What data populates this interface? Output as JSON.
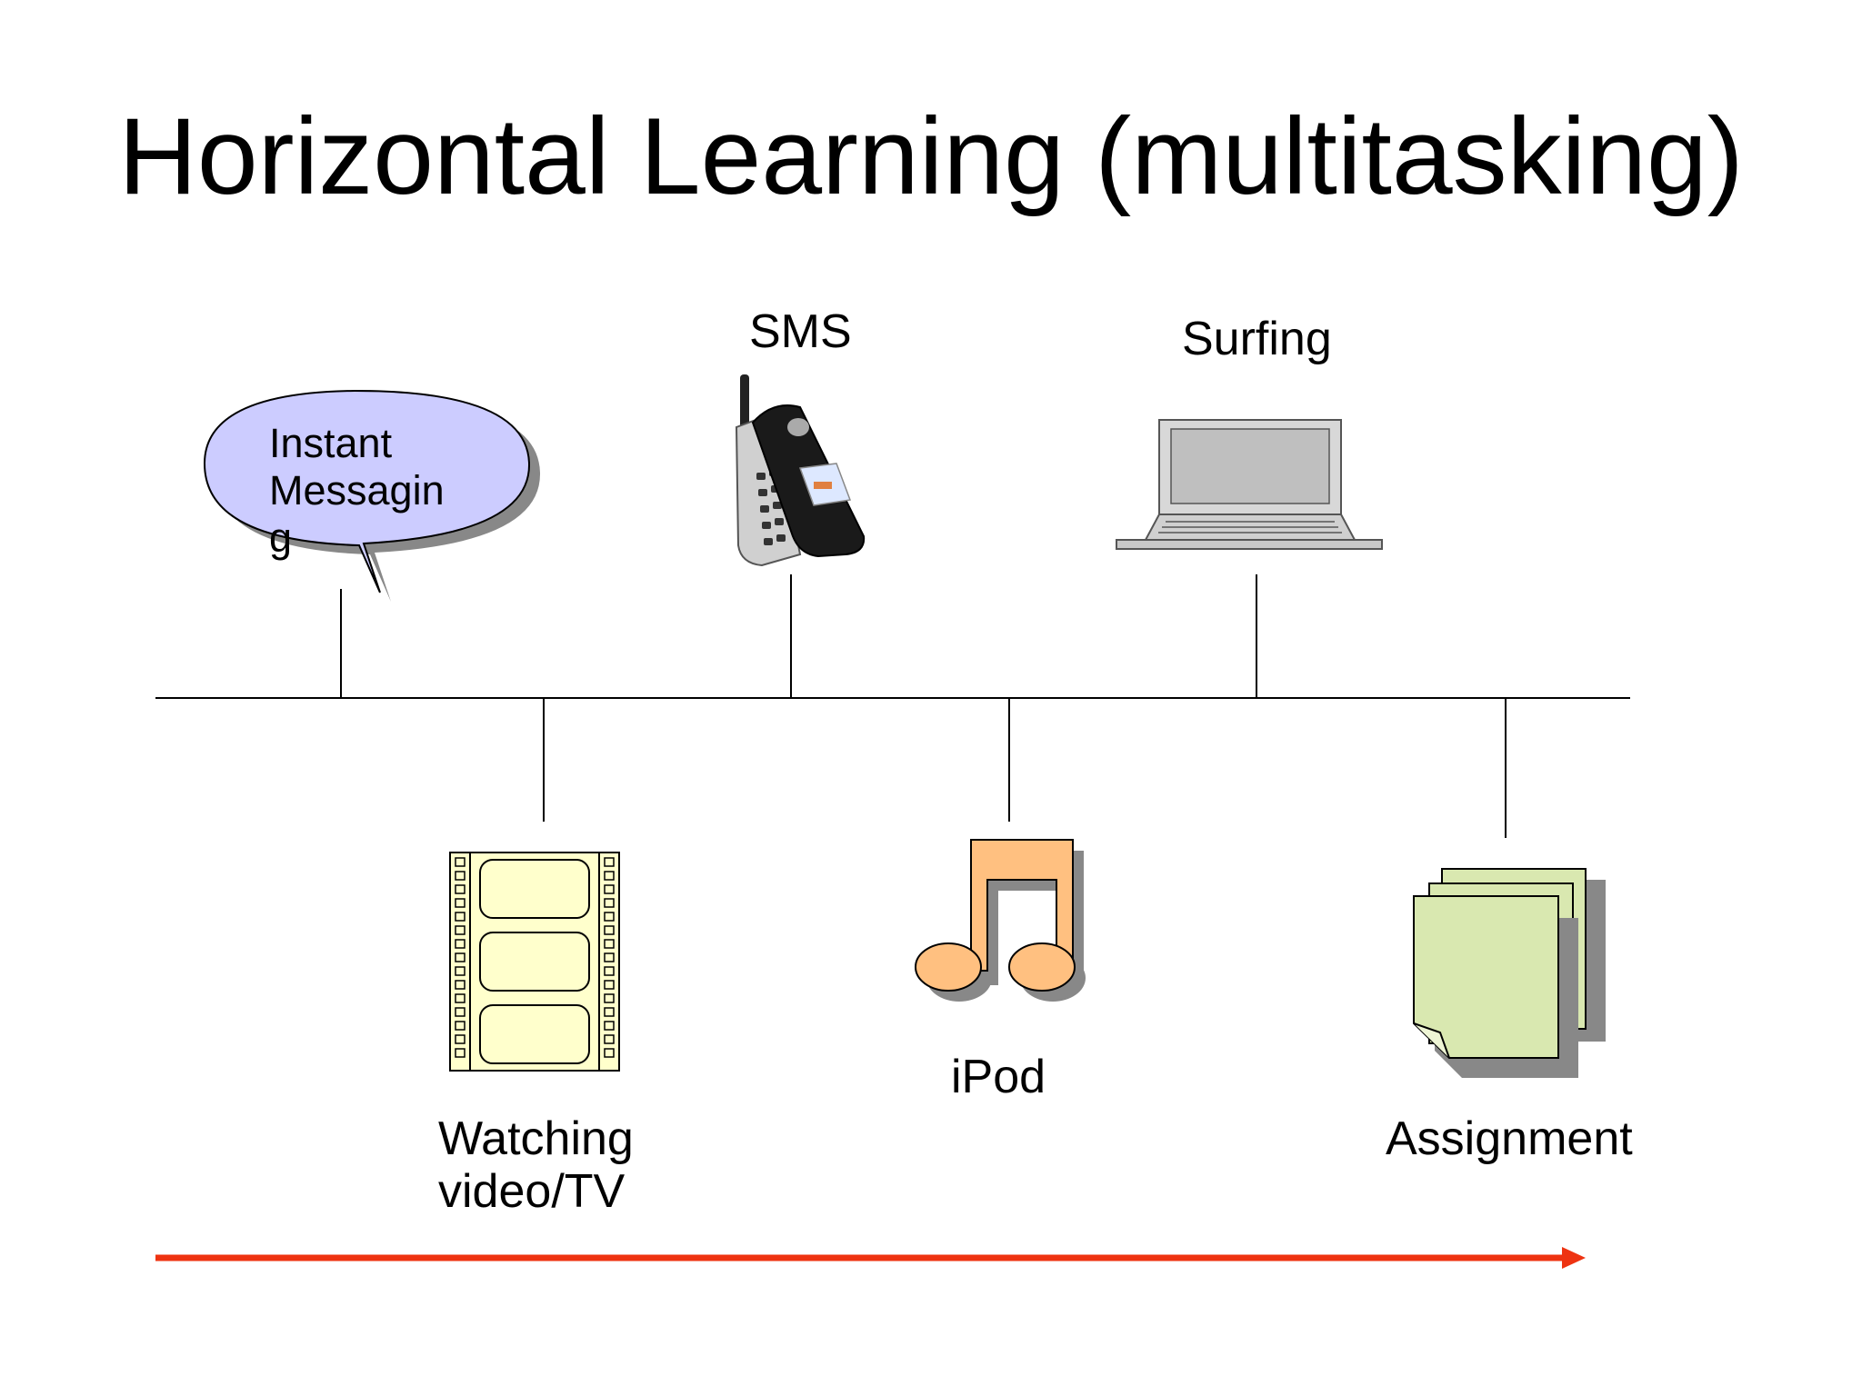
{
  "title": "Horizontal Learning (multitasking)",
  "items": {
    "instant_messaging": {
      "lines": [
        "Instant",
        "Messagin",
        "g"
      ],
      "icon": "speech-bubble-icon"
    },
    "sms": {
      "label": "SMS",
      "icon": "mobile-phone-icon"
    },
    "surfing": {
      "label": "Surfing",
      "icon": "laptop-icon"
    },
    "watching": {
      "lines": [
        "Watching",
        "video/TV"
      ],
      "icon": "film-strip-icon"
    },
    "ipod": {
      "label": "iPod",
      "icon": "music-note-icon"
    },
    "assignment": {
      "label": "Assignment",
      "icon": "documents-icon"
    }
  },
  "colors": {
    "bubble_fill": "#ccccff",
    "film_fill": "#ffffcc",
    "note_fill": "#ffc080",
    "doc_fill": "#d9e8b0",
    "arrow": "#ee3311"
  }
}
